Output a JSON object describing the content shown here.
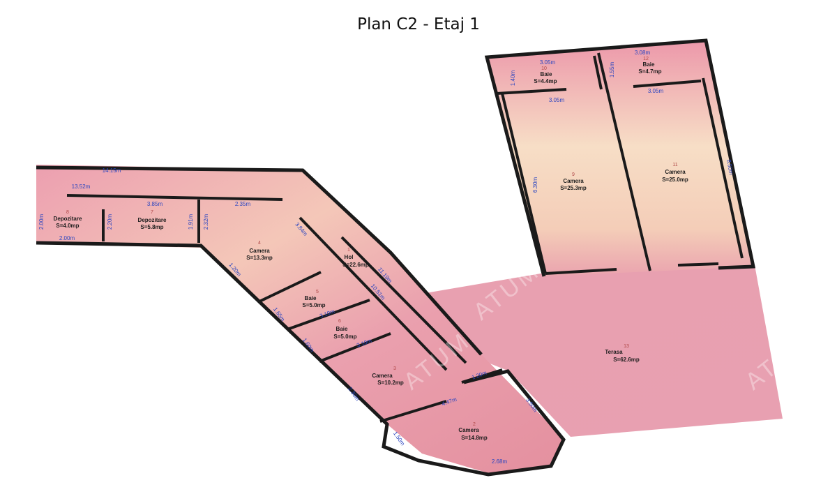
{
  "title": "Plan C2 - Etaj 1",
  "watermark": [
    "ATUM",
    "ATUM",
    "ATUM"
  ],
  "colors": {
    "floor": "#e8a2b0",
    "floor_light": "#f7dcc0",
    "wall": "#1a1a1a",
    "dimension": "#2a45c0",
    "room_number": "#b04848"
  },
  "rooms": [
    {
      "id": "depozitare-1",
      "number": "8",
      "name": "Depozitare",
      "area": "S=4.0mp"
    },
    {
      "id": "depozitare-2",
      "number": "7",
      "name": "Depozitare",
      "area": "S=5.8mp"
    },
    {
      "id": "camera-4",
      "number": "4",
      "name": "Camera",
      "area": "S=13.3mp"
    },
    {
      "id": "hol",
      "number": "1",
      "name": "Hol",
      "area": "S=22.6mp"
    },
    {
      "id": "baie-5",
      "number": "5",
      "name": "Baie",
      "area": "S=5.0mp"
    },
    {
      "id": "baie-6",
      "number": "6",
      "name": "Baie",
      "area": "S=5.0mp"
    },
    {
      "id": "camera-3",
      "number": "3",
      "name": "Camera",
      "area": "S=10.2mp"
    },
    {
      "id": "camera-2",
      "number": "2",
      "name": "Camera",
      "area": "S=14.8mp"
    },
    {
      "id": "terasa",
      "number": "13",
      "name": "Terasa",
      "area": "S=62.6mp"
    },
    {
      "id": "baie-10",
      "number": "10",
      "name": "Baie",
      "area": "S=4.4mp"
    },
    {
      "id": "baie-12",
      "number": "12",
      "name": "Baie",
      "area": "S=4.7mp"
    },
    {
      "id": "camera-9",
      "number": "9",
      "name": "Camera",
      "area": "S=25.3mp"
    },
    {
      "id": "camera-11",
      "number": "11",
      "name": "Camera",
      "area": "S=25.0mp"
    }
  ],
  "dimensions": [
    "14.15m",
    "13.52m",
    "3.85m",
    "2.35m",
    "2.00m",
    "2.00m",
    "2.20m",
    "1.91m",
    "2.32m",
    "3.84m",
    "11.19m",
    "10.51m",
    "1.20m",
    "3.10m",
    "3.10m",
    "1.65m",
    "1.60m",
    "2.30m",
    "1.20m",
    "4.47m",
    "3.50m",
    "1.50m",
    "2.68m",
    "3.05m",
    "3.05m",
    "3.08m",
    "3.05m",
    "1.40m",
    "1.55m",
    "6.30m",
    "8.50m"
  ]
}
